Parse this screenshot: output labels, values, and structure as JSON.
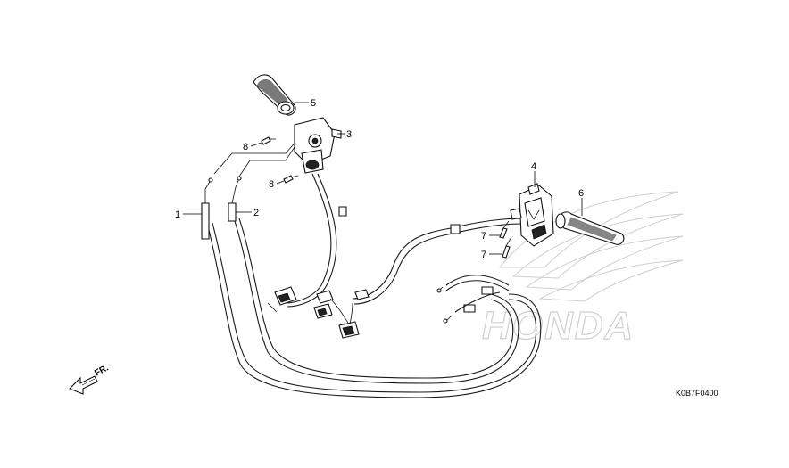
{
  "callouts": [
    {
      "id": "1",
      "label": "1"
    },
    {
      "id": "2",
      "label": "2"
    },
    {
      "id": "3",
      "label": "3"
    },
    {
      "id": "4",
      "label": "4"
    },
    {
      "id": "5",
      "label": "5"
    },
    {
      "id": "6",
      "label": "6"
    },
    {
      "id": "7a",
      "label": "7"
    },
    {
      "id": "7b",
      "label": "7"
    },
    {
      "id": "8a",
      "label": "8"
    },
    {
      "id": "8b",
      "label": "8"
    }
  ],
  "direction_label": "FR.",
  "diagram_code": "K0B7F0400",
  "watermark": {
    "brand": "HONDA",
    "color": "#d0d0d0"
  },
  "icons": [
    "front-direction-arrow-icon",
    "wing-logo-icon"
  ]
}
